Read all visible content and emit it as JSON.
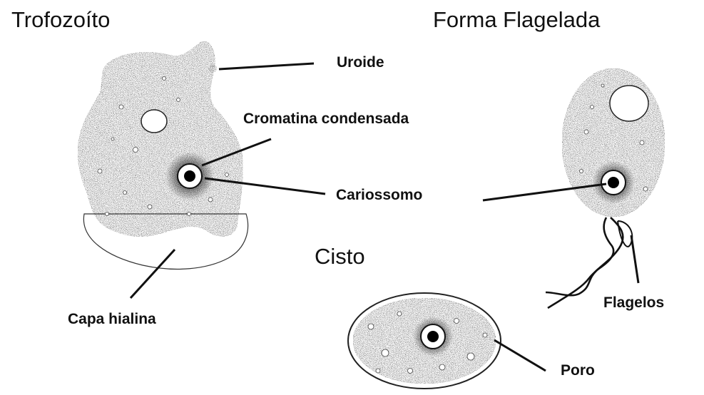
{
  "titles": {
    "trofozoito": "Trofozoíto",
    "forma_flagelada": "Forma Flagelada",
    "cisto": "Cisto"
  },
  "labels": {
    "uroide": "Uroide",
    "cromatina": "Cromatina condensada",
    "cariossomo": "Cariossomo",
    "capa_hialina": "Capa hialina",
    "flagelos": "Flagelos",
    "poro": "Poro"
  },
  "colors": {
    "ink": "#111111",
    "stipple": "#3a3a3a",
    "background": "#ffffff"
  }
}
